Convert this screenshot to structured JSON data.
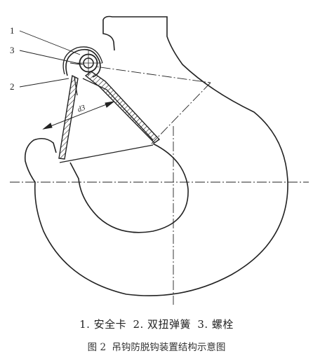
{
  "figure": {
    "callouts": [
      "1",
      "3",
      "2"
    ],
    "dimension_label": "d3"
  },
  "legend": {
    "items": [
      "1. 安全卡",
      "2. 双扭弹簧",
      "3. 螺栓"
    ]
  },
  "caption": {
    "number": "图 2",
    "title": "吊钩防脱钩装置结构示意图"
  }
}
